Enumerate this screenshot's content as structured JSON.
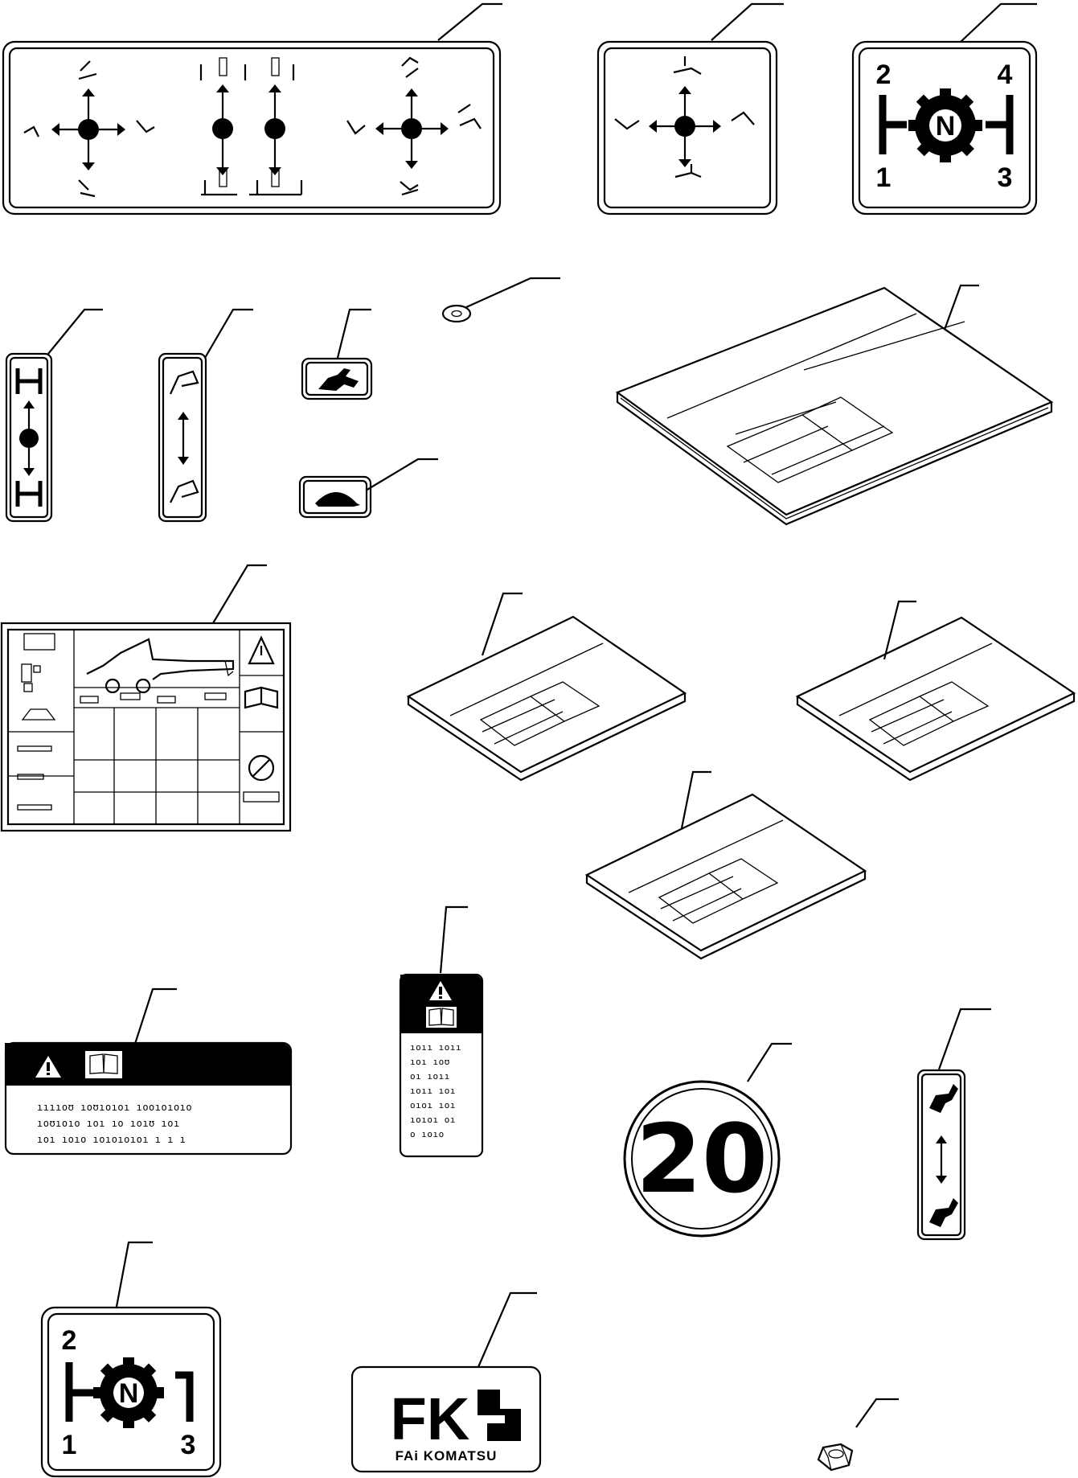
{
  "gear_decal_4": {
    "top_left": "2",
    "top_right": "4",
    "bottom_left": "1",
    "bottom_right": "3",
    "center": "N"
  },
  "gear_decal_3": {
    "top_left": "2",
    "bottom_left": "1",
    "bottom_right": "3",
    "center": "N"
  },
  "speed_sign": {
    "value": "20"
  },
  "logo_decal": {
    "brand_mark": "FK",
    "brand_name": "FAi KOMATSU"
  },
  "warning_label_wide": {
    "lines": [
      "ııııoʊ  ıoʊıoıoı  ıooıoıoıo",
      "ıoʊıoıo  ıoı  ıo  ıoıʊ  ıoı",
      "ıoı  ıoıo  ıoıoıoıoı  ı ı ı"
    ]
  },
  "warning_label_tall": {
    "lines": [
      "ıoıı  ıoıı",
      "ıoı  ıoʊ",
      "oı ıoıı",
      "ıoıı  ıoı",
      "oıoı  ıoı",
      "ıoıoı  oı",
      "o ıoıo"
    ]
  },
  "colors": {
    "ink": "#000000",
    "paper": "#ffffff"
  }
}
